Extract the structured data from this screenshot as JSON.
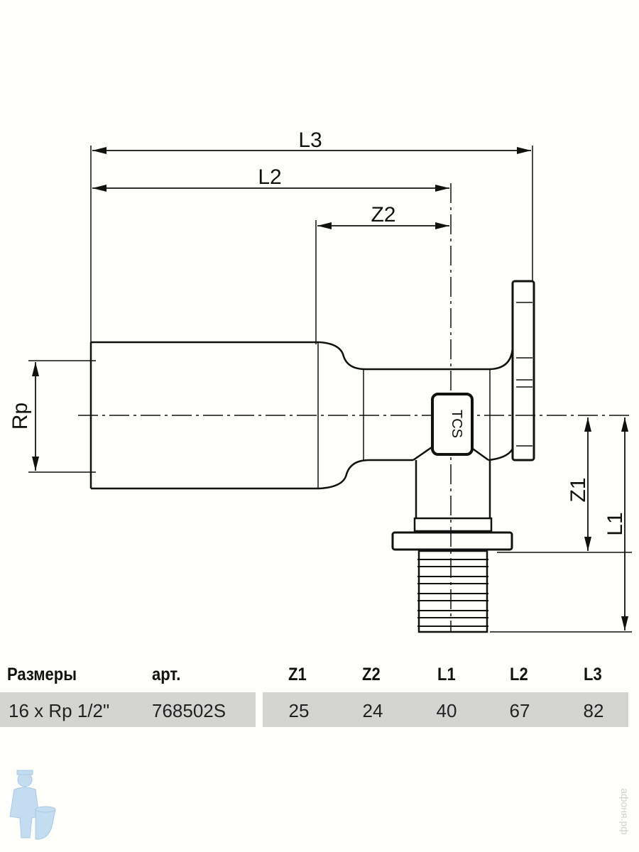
{
  "drawing": {
    "dimensions": {
      "L3": "L3",
      "L2": "L2",
      "Z2": "Z2",
      "Z1": "Z1",
      "L1": "L1",
      "Rp": "Rp"
    },
    "badge_text": "TCS"
  },
  "table": {
    "headers": {
      "size": "Размеры",
      "article": "арт.",
      "z1": "Z1",
      "z2": "Z2",
      "l1": "L1",
      "l2": "L2",
      "l3": "L3"
    },
    "rows": [
      {
        "size": "16 x Rp 1/2\"",
        "article": "768502S",
        "z1": "25",
        "z2": "24",
        "l1": "40",
        "l2": "67",
        "l3": "82"
      }
    ]
  },
  "watermark": "афоня.рф",
  "colors": {
    "line": "#111111",
    "row_bg": "#d4d4d2",
    "logo": "#bcd8ee"
  }
}
